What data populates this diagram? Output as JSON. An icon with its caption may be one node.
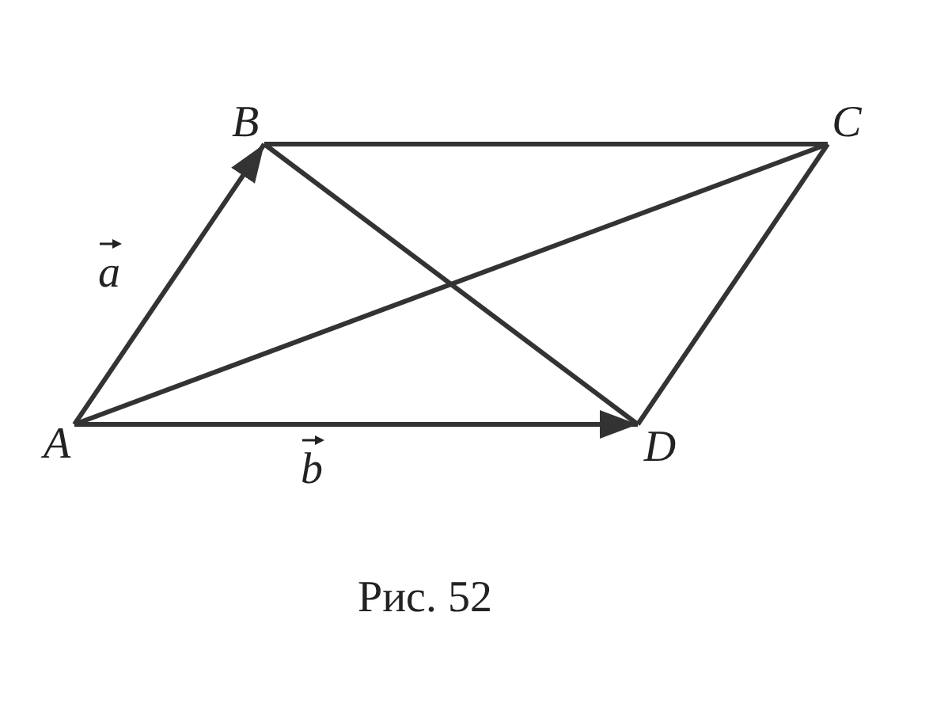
{
  "diagram": {
    "caption": "Рис. 52",
    "nodes": [
      {
        "text": [
          "A"
        ]
      },
      {
        "text": [
          "B"
        ]
      },
      {
        "text": [
          "C"
        ]
      },
      {
        "text": [
          "D"
        ]
      }
    ],
    "edges": [
      {
        "from": 0,
        "to": 1,
        "arrow": "to",
        "label": "a"
      },
      {
        "from": 0,
        "to": 3,
        "arrow": "to",
        "label": "b"
      },
      {
        "from": 1,
        "to": 2,
        "arrow": "none"
      },
      {
        "from": 3,
        "to": 2,
        "arrow": "none"
      },
      {
        "from": 0,
        "to": 2,
        "arrow": "none"
      },
      {
        "from": 1,
        "to": 3,
        "arrow": "none"
      }
    ]
  }
}
